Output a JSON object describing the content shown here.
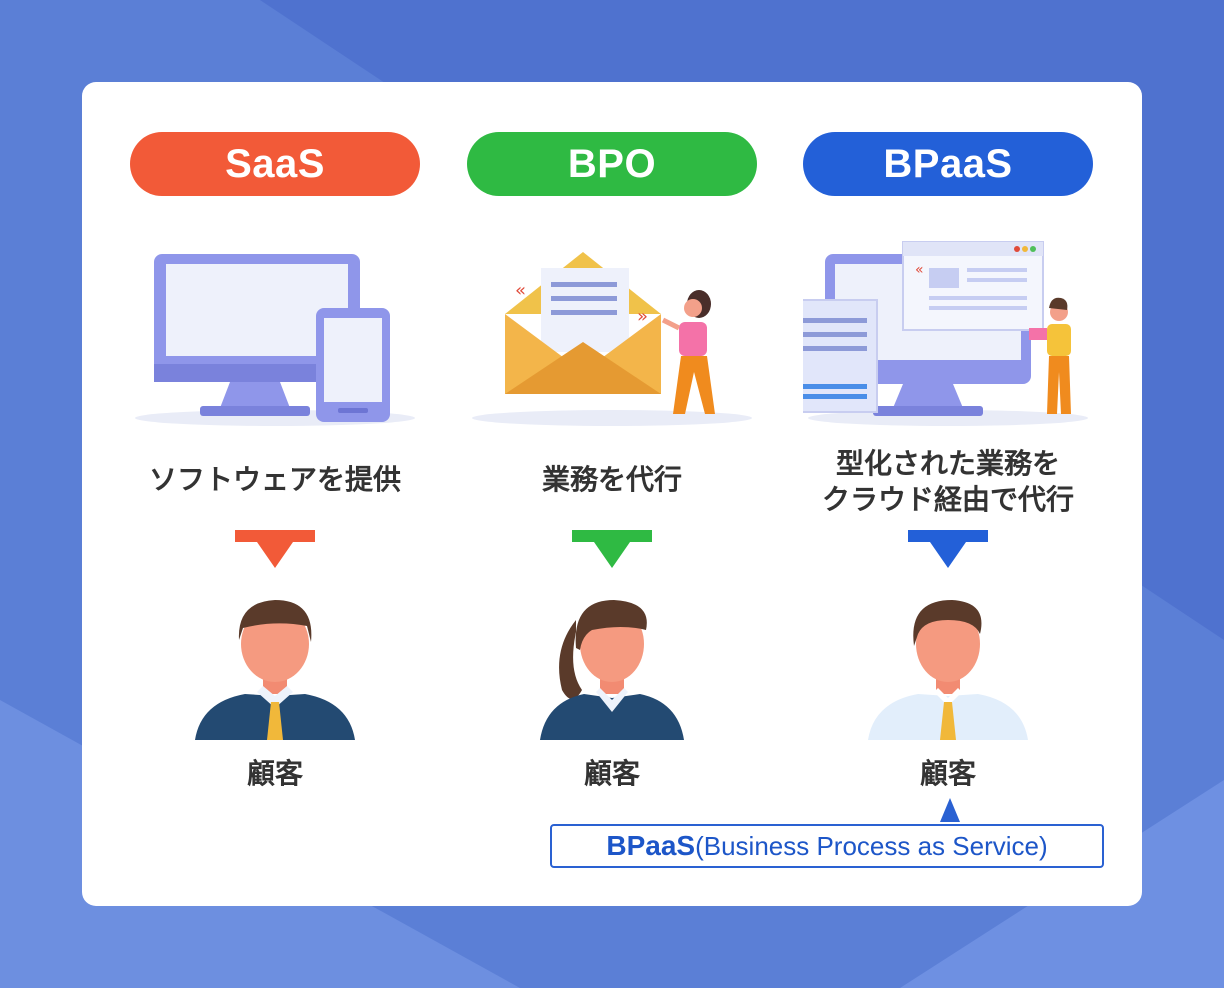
{
  "colors": {
    "saas": "#f25a38",
    "bpo": "#2fba43",
    "bpaas": "#2360d8",
    "background": "#5b7fd6"
  },
  "columns": [
    {
      "id": "saas",
      "label": "SaaS",
      "description": "ソフトウェアを提供",
      "customer": "顧客",
      "icon": "computer-and-phone-icon"
    },
    {
      "id": "bpo",
      "label": "BPO",
      "description": "業務を代行",
      "customer": "顧客",
      "icon": "envelope-and-woman-icon"
    },
    {
      "id": "bpaas",
      "label": "BPaaS",
      "description_line1": "型化された業務を",
      "description_line2": "クラウド経由で代行",
      "customer": "顧客",
      "icon": "cloud-workflow-man-icon"
    }
  ],
  "callout": {
    "bold": "BPaaS",
    "rest": "(Business Process as Service)"
  }
}
